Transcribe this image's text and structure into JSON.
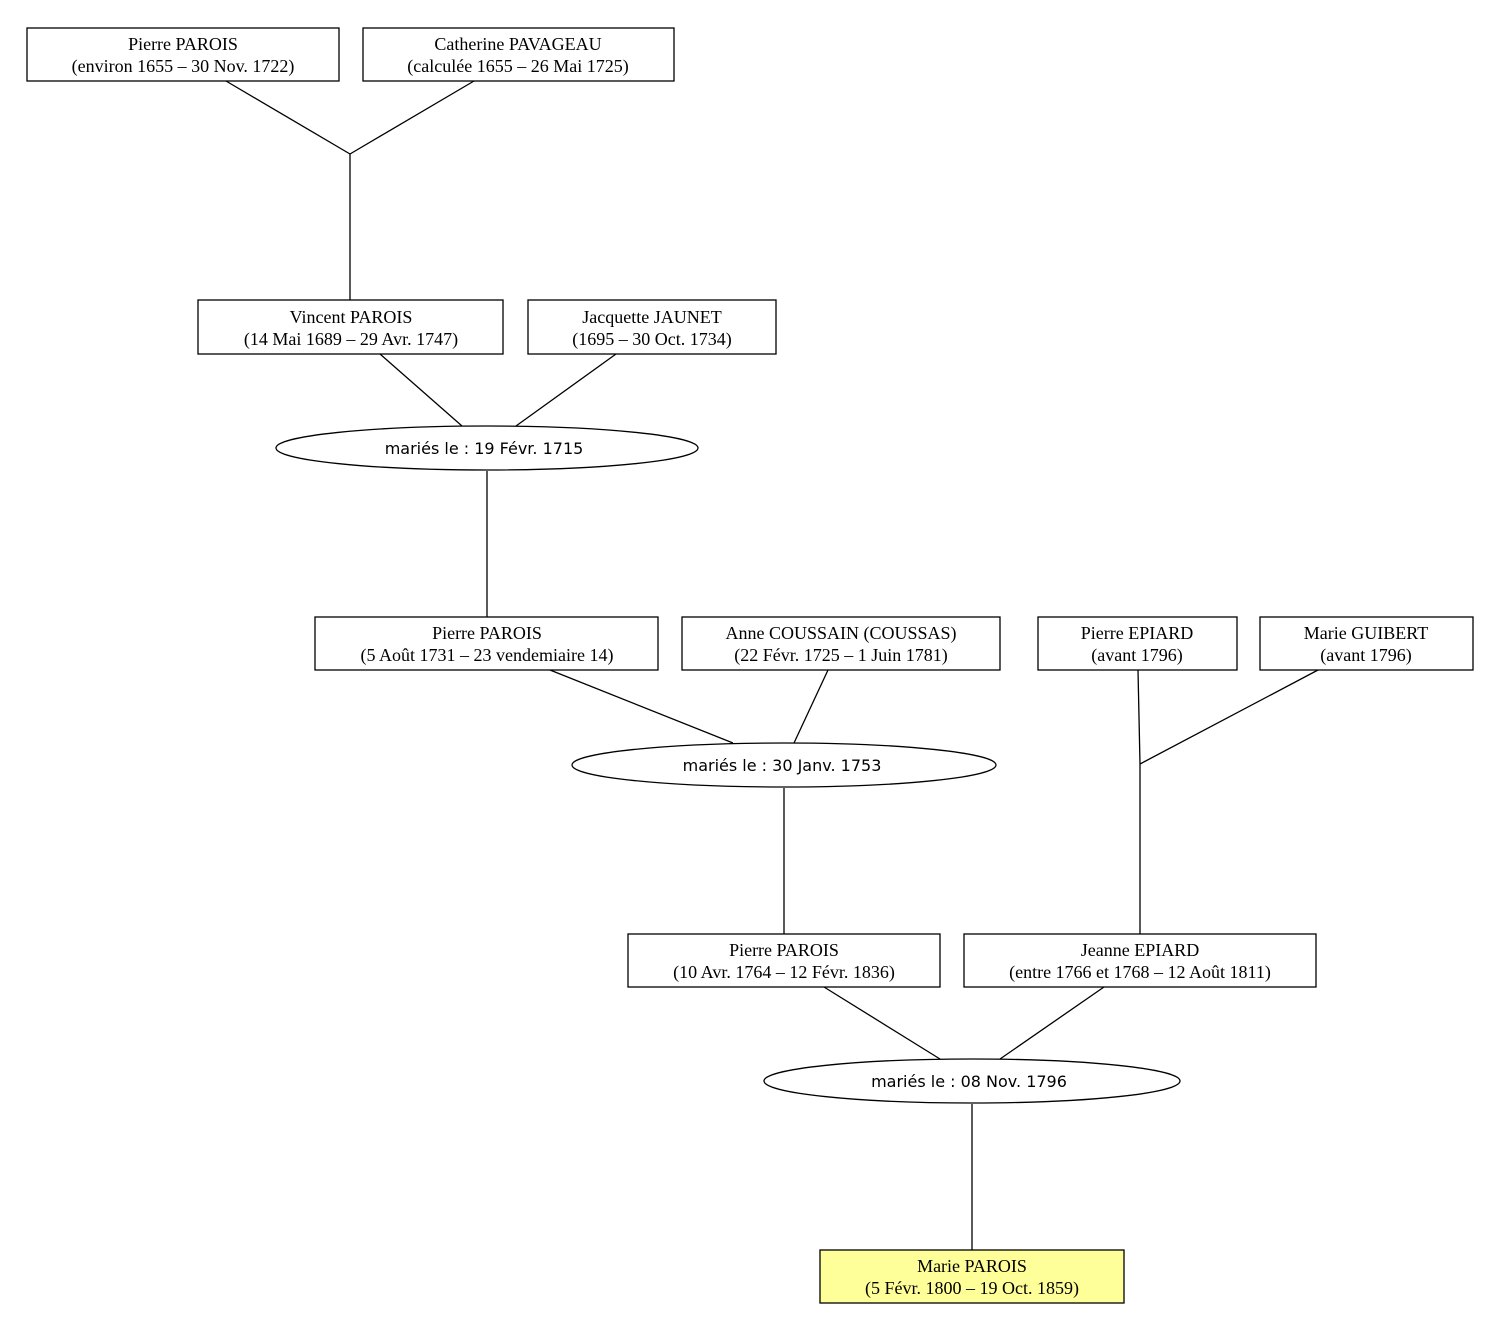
{
  "colors": {
    "focus_person_fill": "#ffff99",
    "box_fill": "#ffffff",
    "line": "#000000"
  },
  "people": {
    "p1": {
      "name": "Pierre PAROIS",
      "dates": "(environ 1655 – 30 Nov. 1722)"
    },
    "p2": {
      "name": "Catherine PAVAGEAU",
      "dates": "(calculée 1655 – 26 Mai 1725)"
    },
    "p3": {
      "name": "Vincent PAROIS",
      "dates": "(14 Mai 1689 – 29 Avr. 1747)"
    },
    "p4": {
      "name": "Jacquette JAUNET",
      "dates": "(1695 – 30 Oct. 1734)"
    },
    "p5": {
      "name": "Pierre PAROIS",
      "dates": "(5 Août 1731 – 23 vendemiaire 14)"
    },
    "p6": {
      "name": "Anne COUSSAIN (COUSSAS)",
      "dates": "(22 Févr. 1725 – 1 Juin 1781)"
    },
    "p7": {
      "name": "Pierre EPIARD",
      "dates": "(avant 1796)"
    },
    "p8": {
      "name": "Marie GUIBERT",
      "dates": "(avant 1796)"
    },
    "p9": {
      "name": "Pierre PAROIS",
      "dates": "(10 Avr. 1764 – 12 Févr. 1836)"
    },
    "p10": {
      "name": "Jeanne EPIARD",
      "dates": "(entre 1766 et 1768 – 12 Août 1811)"
    },
    "p11": {
      "name": "Marie PAROIS",
      "dates": "(5 Févr. 1800 – 19 Oct. 1859)"
    }
  },
  "marriages": {
    "m1": {
      "label": "mariés le : 19 Févr. 1715"
    },
    "m2": {
      "label": "mariés le : 30 Janv. 1753"
    },
    "m3": {
      "label": "mariés le : 08 Nov. 1796"
    }
  }
}
